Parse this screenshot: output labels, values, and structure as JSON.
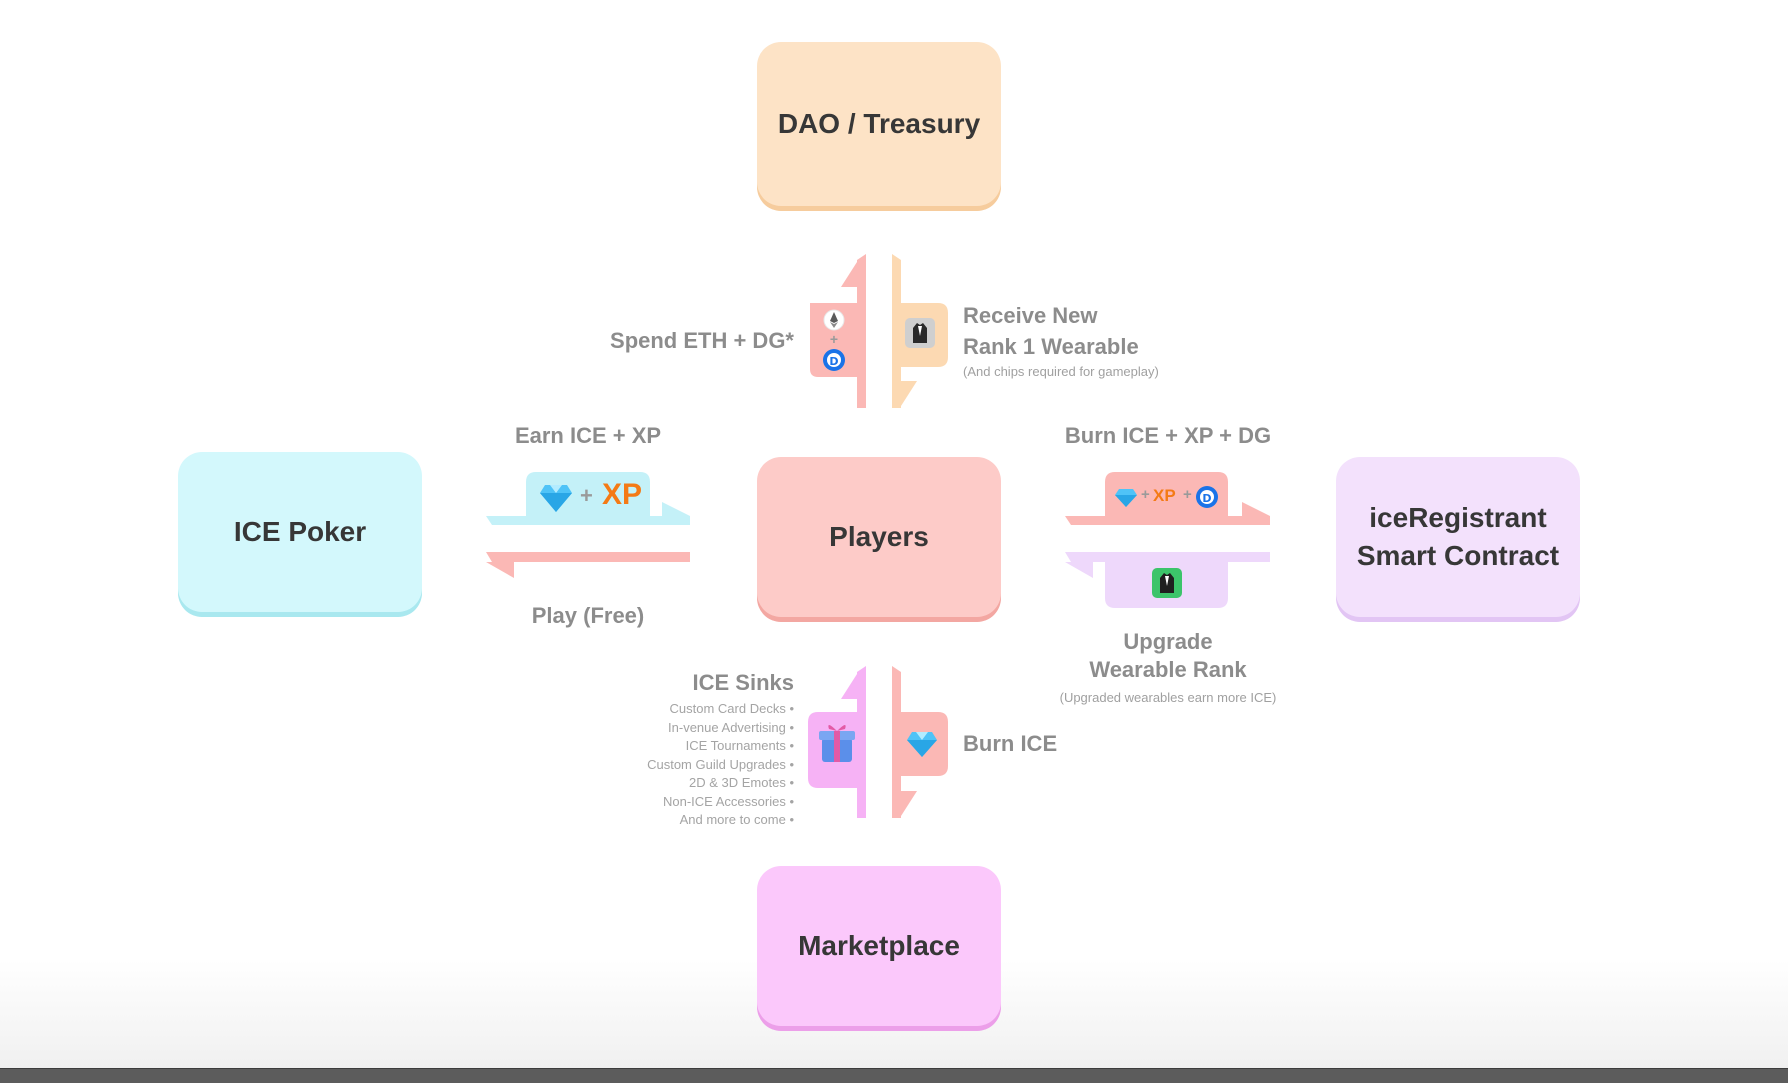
{
  "nodes": {
    "dao": "DAO / Treasury",
    "players": "Players",
    "ice_poker": "ICE Poker",
    "ice_registrant": "iceRegistrant\nSmart Contract",
    "marketplace": "Marketplace"
  },
  "top_flow": {
    "left_label": "Spend ETH + DG*",
    "right_label": "Receive New\nRank 1 Wearable",
    "right_note": "(And chips required for gameplay)"
  },
  "left_flow": {
    "top_label": "Earn ICE + XP",
    "xp_text": "XP",
    "plus": "+",
    "bottom_label": "Play (Free)"
  },
  "right_flow": {
    "top_label": "Burn ICE + XP + DG",
    "xp_text": "XP",
    "plus": "+",
    "bottom_label": "Upgrade\nWearable Rank",
    "bottom_note": "(Upgraded wearables earn more ICE)"
  },
  "bottom_flow": {
    "left_title": "ICE Sinks",
    "sinks": [
      "Custom Card Decks",
      "In-venue Advertising",
      "ICE Tournaments",
      "Custom Guild Upgrades",
      "2D & 3D Emotes",
      "Non-ICE Accessories",
      "And more to come"
    ],
    "right_label": "Burn ICE"
  },
  "colors": {
    "dao": "#fde3c6",
    "players": "#fdcbc8",
    "ice_poker": "#d3f8fc",
    "ice_registrant": "#f3e1fc",
    "marketplace": "#fbc8fb",
    "arrow_pink": "#fbb8b5",
    "arrow_peach": "#fcd9b2",
    "arrow_cyan": "#c4f1f8",
    "arrow_lavender": "#eed8fb",
    "arrow_magenta": "#f6b2f5"
  },
  "icons": [
    "eth-coin-icon",
    "dg-coin-icon",
    "wearable-jacket-icon",
    "ice-diamond-icon",
    "gift-box-icon"
  ]
}
